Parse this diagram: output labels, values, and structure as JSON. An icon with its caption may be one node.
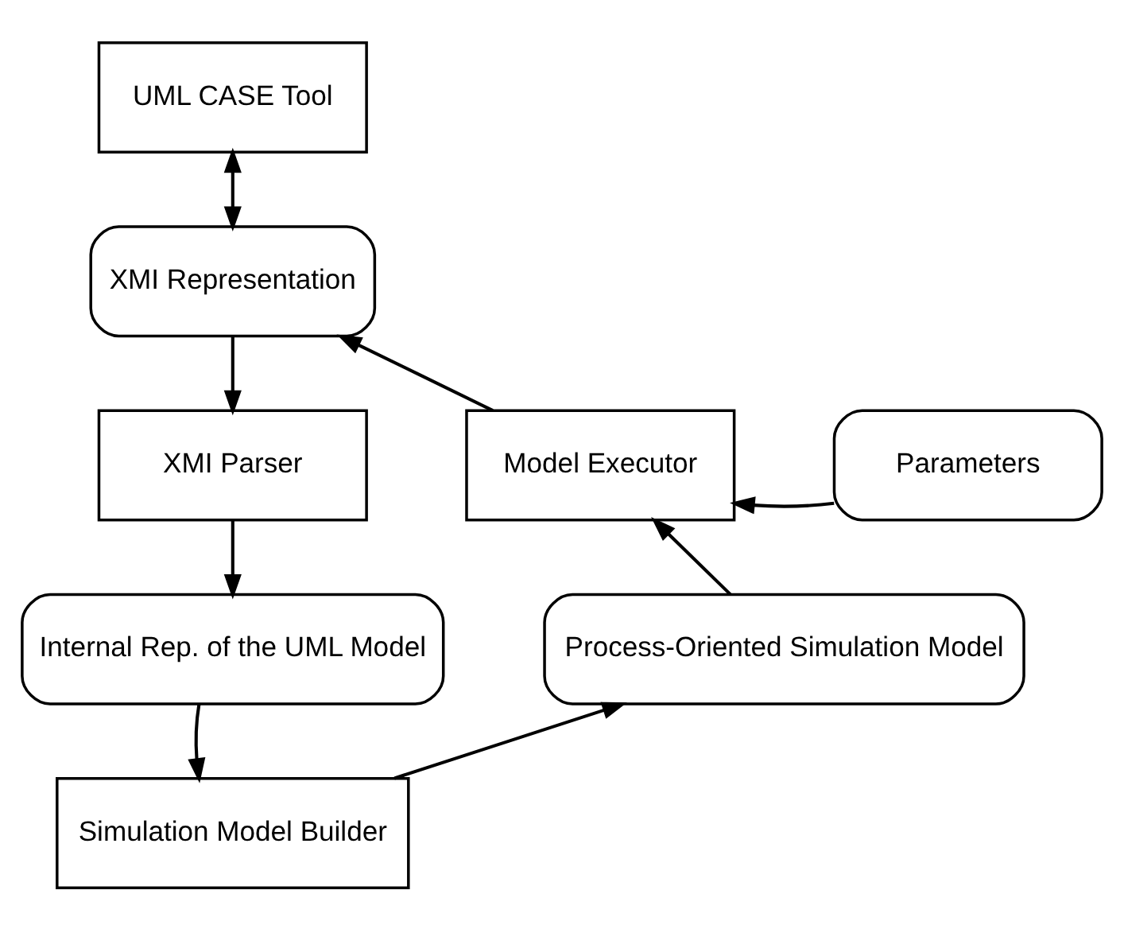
{
  "diagram": {
    "nodes": [
      {
        "text": [
          "UML CASE Tool"
        ]
      },
      {
        "text": [
          "XMI Representation"
        ]
      },
      {
        "text": [
          "XMI Parser"
        ]
      },
      {
        "text": [
          "Model Executor"
        ]
      },
      {
        "text": [
          "Parameters"
        ]
      },
      {
        "text": [
          "Internal Rep. of the UML Model"
        ]
      },
      {
        "text": [
          "Process-Oriented Simulation Model"
        ]
      },
      {
        "text": [
          "Simulation Model Builder"
        ]
      }
    ],
    "edges": [
      {
        "from": 0,
        "to": 1,
        "arrow": "both"
      },
      {
        "from": 1,
        "to": 2,
        "arrow": "to"
      },
      {
        "from": 2,
        "to": 5,
        "arrow": "to"
      },
      {
        "from": 5,
        "to": 7,
        "arrow": "to"
      },
      {
        "from": 7,
        "to": 6,
        "arrow": "to"
      },
      {
        "from": 6,
        "to": 3,
        "arrow": "to"
      },
      {
        "from": 4,
        "to": 3,
        "arrow": "to"
      },
      {
        "from": 3,
        "to": 1,
        "arrow": "to"
      }
    ]
  }
}
